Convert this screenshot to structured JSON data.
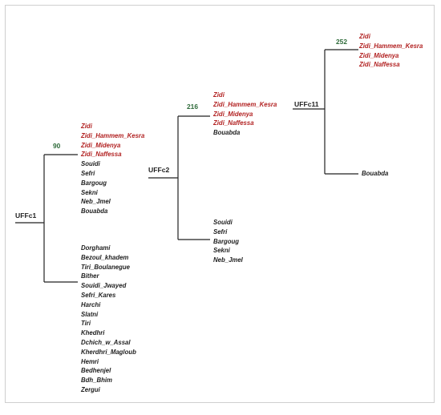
{
  "colors": {
    "highlight": "#b22222",
    "support": "#2e6b3a",
    "line": "#222222"
  },
  "nodes": {
    "ufc1": "UFFc1",
    "ufc2": "UFFc2",
    "ufc11": "UFFc11"
  },
  "support": {
    "s90": "90",
    "s216": "216",
    "s252": "252"
  },
  "groups": {
    "group_a": {
      "items": [
        {
          "label": "Zidi",
          "highlight": true
        },
        {
          "label": "Zidi_Hammem_Kesra",
          "highlight": true
        },
        {
          "label": "Zidi_Midenya",
          "highlight": true
        },
        {
          "label": "Zidi_Naffessa",
          "highlight": true
        },
        {
          "label": "Souidi",
          "highlight": false
        },
        {
          "label": "Sefri",
          "highlight": false
        },
        {
          "label": "Bargoug",
          "highlight": false
        },
        {
          "label": "Sekni",
          "highlight": false
        },
        {
          "label": "Neb_Jmel",
          "highlight": false
        },
        {
          "label": "Bouabda",
          "highlight": false
        }
      ]
    },
    "group_b": {
      "items": [
        {
          "label": "Dorghami",
          "highlight": false
        },
        {
          "label": "Bezoul_khadem",
          "highlight": false
        },
        {
          "label": "Tiri_Boulanegue",
          "highlight": false
        },
        {
          "label": "Bither",
          "highlight": false
        },
        {
          "label": "Souidi_Jwayed",
          "highlight": false
        },
        {
          "label": "Sefri_Kares",
          "highlight": false
        },
        {
          "label": "Harchi",
          "highlight": false
        },
        {
          "label": "Slatni",
          "highlight": false
        },
        {
          "label": "Tiri",
          "highlight": false
        },
        {
          "label": "Khedhri",
          "highlight": false
        },
        {
          "label": "Dchich_w_Assal",
          "highlight": false
        },
        {
          "label": "Kherdhri_Magloub",
          "highlight": false
        },
        {
          "label": "Hemri",
          "highlight": false
        },
        {
          "label": "Bedhenjel",
          "highlight": false
        },
        {
          "label": "Bdh_Bhim",
          "highlight": false
        },
        {
          "label": "Zergui",
          "highlight": false
        }
      ]
    },
    "group_c": {
      "items": [
        {
          "label": "Zidi",
          "highlight": true
        },
        {
          "label": "Zidi_Hammem_Kesra",
          "highlight": true
        },
        {
          "label": "Zidi_Midenya",
          "highlight": true
        },
        {
          "label": "Zidi_Naffessa",
          "highlight": true
        },
        {
          "label": "Bouabda",
          "highlight": false
        }
      ]
    },
    "group_d": {
      "items": [
        {
          "label": "Souidi",
          "highlight": false
        },
        {
          "label": "Sefri",
          "highlight": false
        },
        {
          "label": "Bargoug",
          "highlight": false
        },
        {
          "label": "Sekni",
          "highlight": false
        },
        {
          "label": "Neb_Jmel",
          "highlight": false
        }
      ]
    },
    "group_e": {
      "items": [
        {
          "label": "Zidi",
          "highlight": true
        },
        {
          "label": "Zidi_Hammem_Kesra",
          "highlight": true
        },
        {
          "label": "Zidi_Midenya",
          "highlight": true
        },
        {
          "label": "Zidi_Naffessa",
          "highlight": true
        }
      ]
    },
    "group_f": {
      "items": [
        {
          "label": "Bouabda",
          "highlight": false
        }
      ]
    }
  }
}
